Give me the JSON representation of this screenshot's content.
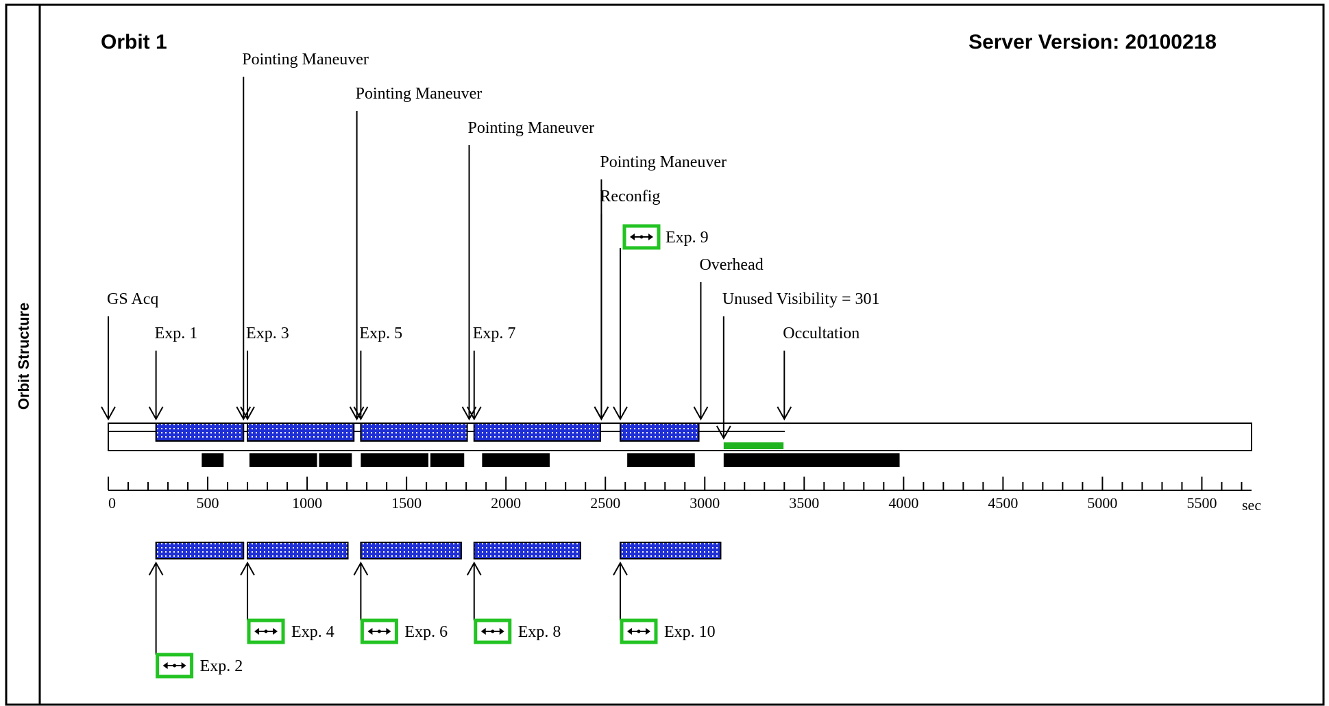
{
  "side_label": "Orbit Structure",
  "title": "Orbit 1",
  "server_version": "Server Version: 20100218",
  "colors": {
    "exposure_fill": "#1f2fd6",
    "exposure_dots": "#ffffff",
    "icon_border": "#22c322",
    "unused_visibility": "#1fb31f",
    "overhead_bars": "#000000"
  },
  "axis": {
    "unit": "sec",
    "min": 0,
    "max": 5750,
    "major_step": 500,
    "minor_step": 100,
    "tick_labels": [
      "0",
      "500",
      "1000",
      "1500",
      "2000",
      "2500",
      "3000",
      "3500",
      "4000",
      "4500",
      "5000",
      "5500"
    ]
  },
  "upper_events": [
    {
      "label": "GS Acq",
      "t": 0
    },
    {
      "label": "Exp. 1",
      "t": 240
    },
    {
      "label": "Pointing Maneuver",
      "t": 680
    },
    {
      "label": "Exp. 3",
      "t": 700
    },
    {
      "label": "Pointing Maneuver",
      "t": 1250
    },
    {
      "label": "Exp. 5",
      "t": 1270
    },
    {
      "label": "Pointing Maneuver",
      "t": 1815
    },
    {
      "label": "Exp. 7",
      "t": 1840
    },
    {
      "label": "Pointing Maneuver",
      "t": 2480
    },
    {
      "label": "Reconfig",
      "t": 2480
    },
    {
      "label": "Exp. 9",
      "t": 2575,
      "icon": true
    },
    {
      "label": "Overhead",
      "t": 2980
    },
    {
      "label": "Unused Visibility = 301",
      "t": 3095
    },
    {
      "label": "Occultation",
      "t": 3400
    }
  ],
  "upper_exposures": [
    {
      "start": 240,
      "end": 680
    },
    {
      "start": 700,
      "end": 1235
    },
    {
      "start": 1270,
      "end": 1805
    },
    {
      "start": 1840,
      "end": 2475
    },
    {
      "start": 2575,
      "end": 2970
    }
  ],
  "unused_visibility": {
    "start": 3095,
    "end": 3396
  },
  "overhead_bars": [
    {
      "start": 470,
      "end": 580
    },
    {
      "start": 710,
      "end": 1050
    },
    {
      "start": 1060,
      "end": 1225
    },
    {
      "start": 1270,
      "end": 1610
    },
    {
      "start": 1620,
      "end": 1790
    },
    {
      "start": 1880,
      "end": 2220
    },
    {
      "start": 2610,
      "end": 2950
    },
    {
      "start": 3095,
      "end": 3980
    }
  ],
  "lower_exposures": [
    {
      "start": 240,
      "end": 680,
      "label": "Exp. 2"
    },
    {
      "start": 700,
      "end": 1205,
      "label": "Exp. 4"
    },
    {
      "start": 1270,
      "end": 1775,
      "label": "Exp. 6"
    },
    {
      "start": 1840,
      "end": 2375,
      "label": "Exp. 8"
    },
    {
      "start": 2575,
      "end": 3080,
      "label": "Exp. 10"
    }
  ]
}
